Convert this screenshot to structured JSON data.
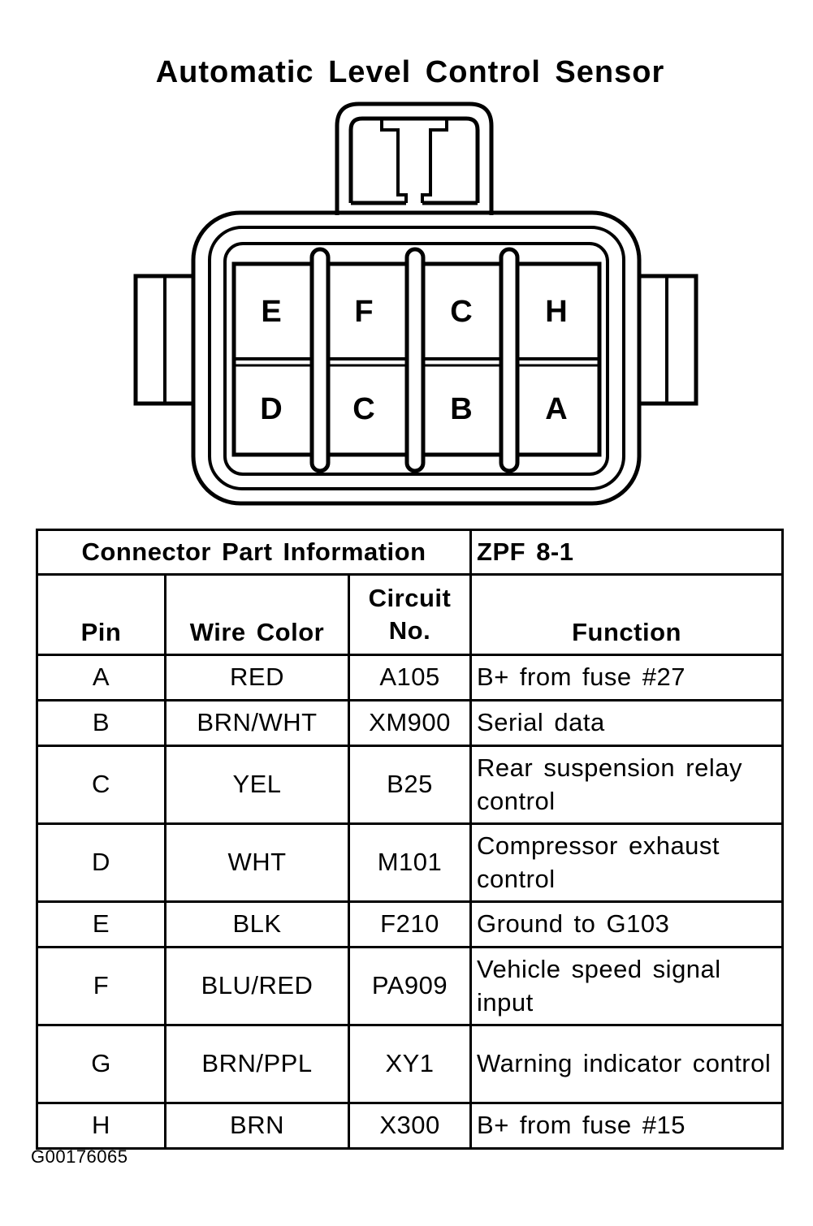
{
  "title": "Automatic Level Control Sensor",
  "connector": {
    "top_row": [
      "E",
      "F",
      "C",
      "H"
    ],
    "bottom_row": [
      "D",
      "C",
      "B",
      "A"
    ]
  },
  "table": {
    "header_left": "Connector Part Information",
    "header_right": "ZPF 8-1",
    "columns": {
      "pin": "Pin",
      "wire_color": "Wire Color",
      "circuit_line1": "Circuit",
      "circuit_line2": "No.",
      "function": "Function"
    },
    "rows": [
      {
        "pin": "A",
        "wire": "RED",
        "circuit": "A105",
        "function": "B+ from fuse #27"
      },
      {
        "pin": "B",
        "wire": "BRN/WHT",
        "circuit": "XM900",
        "function": "Serial data"
      },
      {
        "pin": "C",
        "wire": "YEL",
        "circuit": "B25",
        "function": "Rear suspension relay control"
      },
      {
        "pin": "D",
        "wire": "WHT",
        "circuit": "M101",
        "function": "Compressor exhaust control"
      },
      {
        "pin": "E",
        "wire": "BLK",
        "circuit": "F210",
        "function": "Ground to G103"
      },
      {
        "pin": "F",
        "wire": "BLU/RED",
        "circuit": "PA909",
        "function": "Vehicle speed signal input"
      },
      {
        "pin": "G",
        "wire": "BRN/PPL",
        "circuit": "XY1",
        "function": "Warning indicator control"
      },
      {
        "pin": "H",
        "wire": "BRN",
        "circuit": "X300",
        "function": "B+ from fuse #15"
      }
    ]
  },
  "figure_code": "G00176065"
}
